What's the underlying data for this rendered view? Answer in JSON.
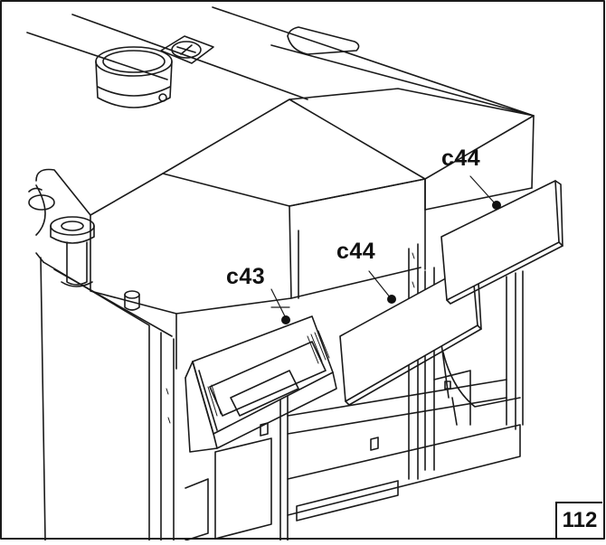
{
  "diagram": {
    "callouts": [
      {
        "id": "c43",
        "text": "c43"
      },
      {
        "id": "c44a",
        "text": "c44"
      },
      {
        "id": "c44b",
        "text": "c44"
      }
    ],
    "figure_number": "112",
    "colors": {
      "line": "#1a1a1a",
      "background": "#ffffff",
      "shade": "#d0d0d0"
    }
  }
}
